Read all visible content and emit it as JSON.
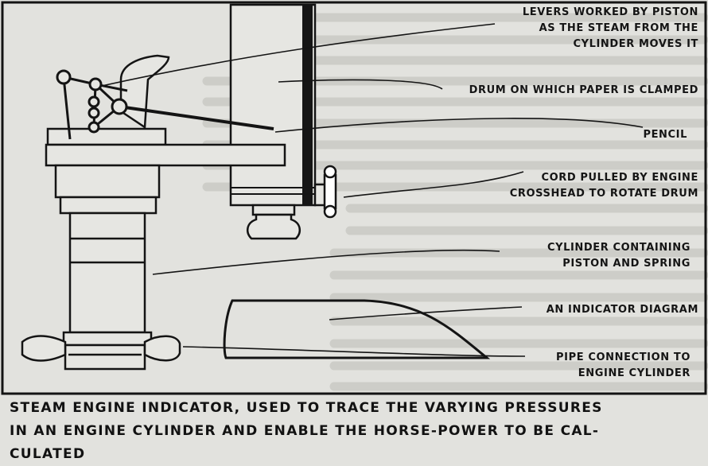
{
  "labels": {
    "levers": [
      "Levers worked by Piston",
      "as the Steam from the",
      "Cylinder moves it"
    ],
    "drum": [
      "Drum on which Paper is Clamped"
    ],
    "pencil": [
      "Pencil"
    ],
    "cord": [
      "Cord Pulled by Engine",
      "Crosshead to Rotate Drum"
    ],
    "cylinder": [
      "Cylinder containing",
      "Piston and Spring"
    ],
    "diagram": [
      "An Indicator Diagram"
    ],
    "pipe": [
      "Pipe connection to",
      "Engine Cylinder"
    ]
  },
  "caption": [
    "Steam engine indicator, used to trace the varying pressures",
    "in an engine cylinder and enable the horse-power to be cal-",
    "culated"
  ],
  "colors": {
    "paper": "#e2e2de",
    "ink": "#141414",
    "background_text": "#b9b9b3"
  }
}
